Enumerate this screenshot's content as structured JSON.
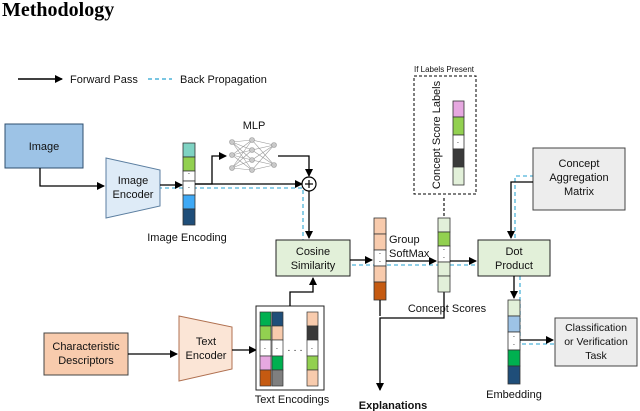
{
  "title": "Methodology",
  "legend": {
    "forward": "Forward Pass",
    "back": "Back Propagation"
  },
  "nodes": {
    "image": "Image",
    "image_encoder_1": "Image",
    "image_encoder_2": "Encoder",
    "image_encoding": "Image Encoding",
    "mlp": "MLP",
    "cosine_1": "Cosine",
    "cosine_2": "Similarity",
    "group_softmax_1": "Group",
    "group_softmax_2": "SoftMax",
    "if_labels_present": "If Labels Present",
    "concept_score_labels": "Concept Score Labels",
    "concept_scores": "Concept Scores",
    "concept_agg_1": "Concept",
    "concept_agg_2": "Aggregation",
    "concept_agg_3": "Matrix",
    "dot_1": "Dot",
    "dot_2": "Product",
    "char_desc_1": "Characteristic",
    "char_desc_2": "Descriptors",
    "text_encoder_1": "Text",
    "text_encoder_2": "Encoder",
    "text_encodings": "Text Encodings",
    "ellipsis": "· · ·",
    "explanations": "Explanations",
    "embedding": "Embedding",
    "classification_1": "Classification",
    "classification_2": "or Verification",
    "classification_3": "Task"
  },
  "colors": {
    "image_box": "#9DC3E6",
    "encoder": "#DEEBF7",
    "green_box": "#E2F0D9",
    "char_desc": "#F8CBAD",
    "text_encoder": "#FBE5D6",
    "grey_box": "#EDEDED",
    "backprop": "#4FB3D9",
    "vec_teal": "#7FD3C3",
    "vec_green": "#92D050",
    "vec_blue": "#3FA9F5",
    "vec_navy": "#1F4E79",
    "vec_peach": "#F8CBAD",
    "vec_dkgreen": "#00B050",
    "vec_brown": "#C55A11",
    "vec_pink": "#E6A8E0",
    "vec_dark": "#3A3A3A"
  }
}
